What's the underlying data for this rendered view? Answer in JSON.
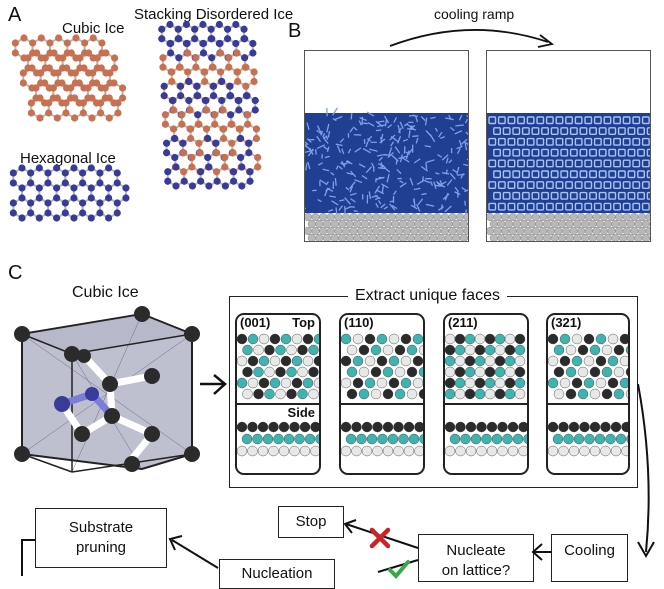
{
  "panelA": {
    "letter": "A",
    "cubic_label": "Cubic Ice",
    "hexagonal_label": "Hexagonal Ice",
    "sdi_label": "Stacking Disordered Ice"
  },
  "panelB": {
    "letter": "B",
    "arrow_label": "cooling ramp"
  },
  "panelC": {
    "letter": "C",
    "unit_cell_label": "Cubic Ice",
    "extract_label": "Extract unique faces",
    "faces": [
      {
        "hkl": "(001)",
        "top": "Top",
        "side": "Side"
      },
      {
        "hkl": "(110)"
      },
      {
        "hkl": "(211)"
      },
      {
        "hkl": "(321)"
      }
    ],
    "workflow": {
      "substrate_pruning": "Substrate pruning",
      "stop": "Stop",
      "nucleate": "Nucleate",
      "nucleate_partial": "on lattice?",
      "cooling": "Cooling",
      "nucleation_partial": "Nucleation"
    }
  },
  "colors": {
    "oxygen_orange": "#c8704f",
    "oxygen_blue": "#3a3a9a",
    "water_blue": "#2f4fa8",
    "substrate_gray": "#b8b8b8",
    "atom_black": "#2b2b2b",
    "atom_teal": "#3fb3b0",
    "atom_white": "#e8e8e8",
    "cross_red": "#cc2222",
    "check_green": "#3aa84a"
  }
}
